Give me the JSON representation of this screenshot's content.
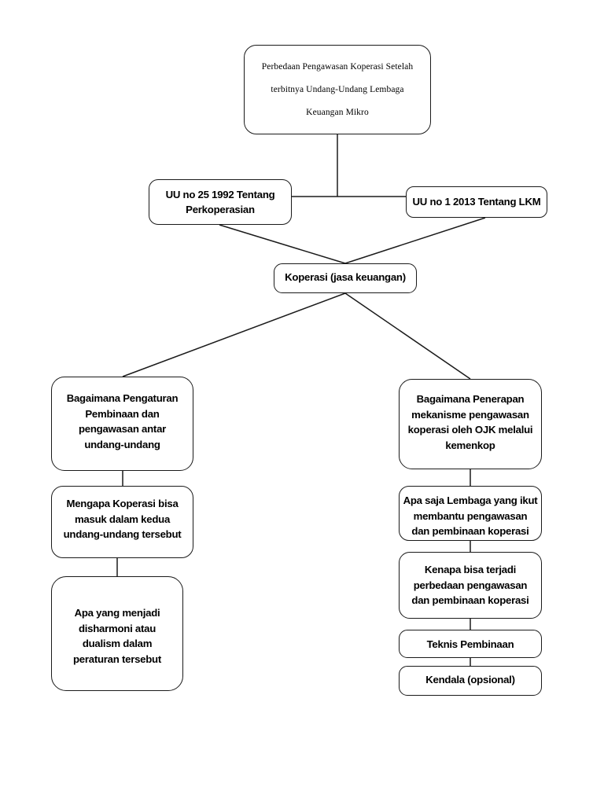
{
  "diagram": {
    "type": "flowchart",
    "orientation": "top-down",
    "background_color": "#ffffff",
    "line_color": "#1a1a1a",
    "nodes": {
      "title": {
        "label": "Perbedaan Pengawasan Koperasi Setelah\nterbitnya Undang-Undang Lembaga\nKeuangan Mikro"
      },
      "uu_left": {
        "label": "UU no 25 1992 Tentang\nPerkoperasian"
      },
      "uu_right": {
        "label": "UU no 1 2013 Tentang LKM"
      },
      "koperasi": {
        "label": "Koperasi (jasa keuangan)"
      },
      "left_1": {
        "label": "Bagaimana Pengaturan\nPembinaan dan\npengawasan antar\nundang-undang"
      },
      "left_2": {
        "label": "Mengapa Koperasi bisa\nmasuk dalam kedua\nundang-undang tersebut"
      },
      "left_3": {
        "label": "Apa yang menjadi\ndisharmoni atau\ndualism dalam\nperaturan tersebut"
      },
      "right_1": {
        "label": "Bagaimana Penerapan\nmekanisme pengawasan\nkoperasi oleh OJK melalui\nkemenkop"
      },
      "right_2": {
        "label": "Apa saja Lembaga yang ikut\nmembantu pengawasan\ndan pembinaan koperasi"
      },
      "right_3": {
        "label": "Kenapa bisa terjadi\nperbedaan pengawasan\ndan pembinaan koperasi"
      },
      "right_4": {
        "label": "Teknis Pembinaan"
      },
      "right_5": {
        "label": "Kendala (opsional)"
      }
    },
    "edges": [
      {
        "from": "title",
        "to": "uu-connector-bar",
        "style": "vertical-line"
      },
      {
        "from": "uu-connector-bar",
        "to": "uu_left",
        "style": "horizontal-line"
      },
      {
        "from": "uu-connector-bar",
        "to": "uu_right",
        "style": "horizontal-line"
      },
      {
        "from": "uu_left",
        "to": "koperasi",
        "style": "diagonal-line"
      },
      {
        "from": "uu_right",
        "to": "koperasi",
        "style": "diagonal-line"
      },
      {
        "from": "koperasi",
        "to": "left_1",
        "style": "diagonal-line"
      },
      {
        "from": "koperasi",
        "to": "right_1",
        "style": "diagonal-line"
      },
      {
        "from": "left_1",
        "to": "left_2",
        "style": "vertical-line"
      },
      {
        "from": "left_2",
        "to": "left_3",
        "style": "vertical-line"
      },
      {
        "from": "right_1",
        "to": "right_2",
        "style": "vertical-line"
      },
      {
        "from": "right_2",
        "to": "right_3",
        "style": "vertical-line"
      },
      {
        "from": "right_3",
        "to": "right_4",
        "style": "vertical-line"
      },
      {
        "from": "right_4",
        "to": "right_5",
        "style": "vertical-line"
      }
    ]
  }
}
